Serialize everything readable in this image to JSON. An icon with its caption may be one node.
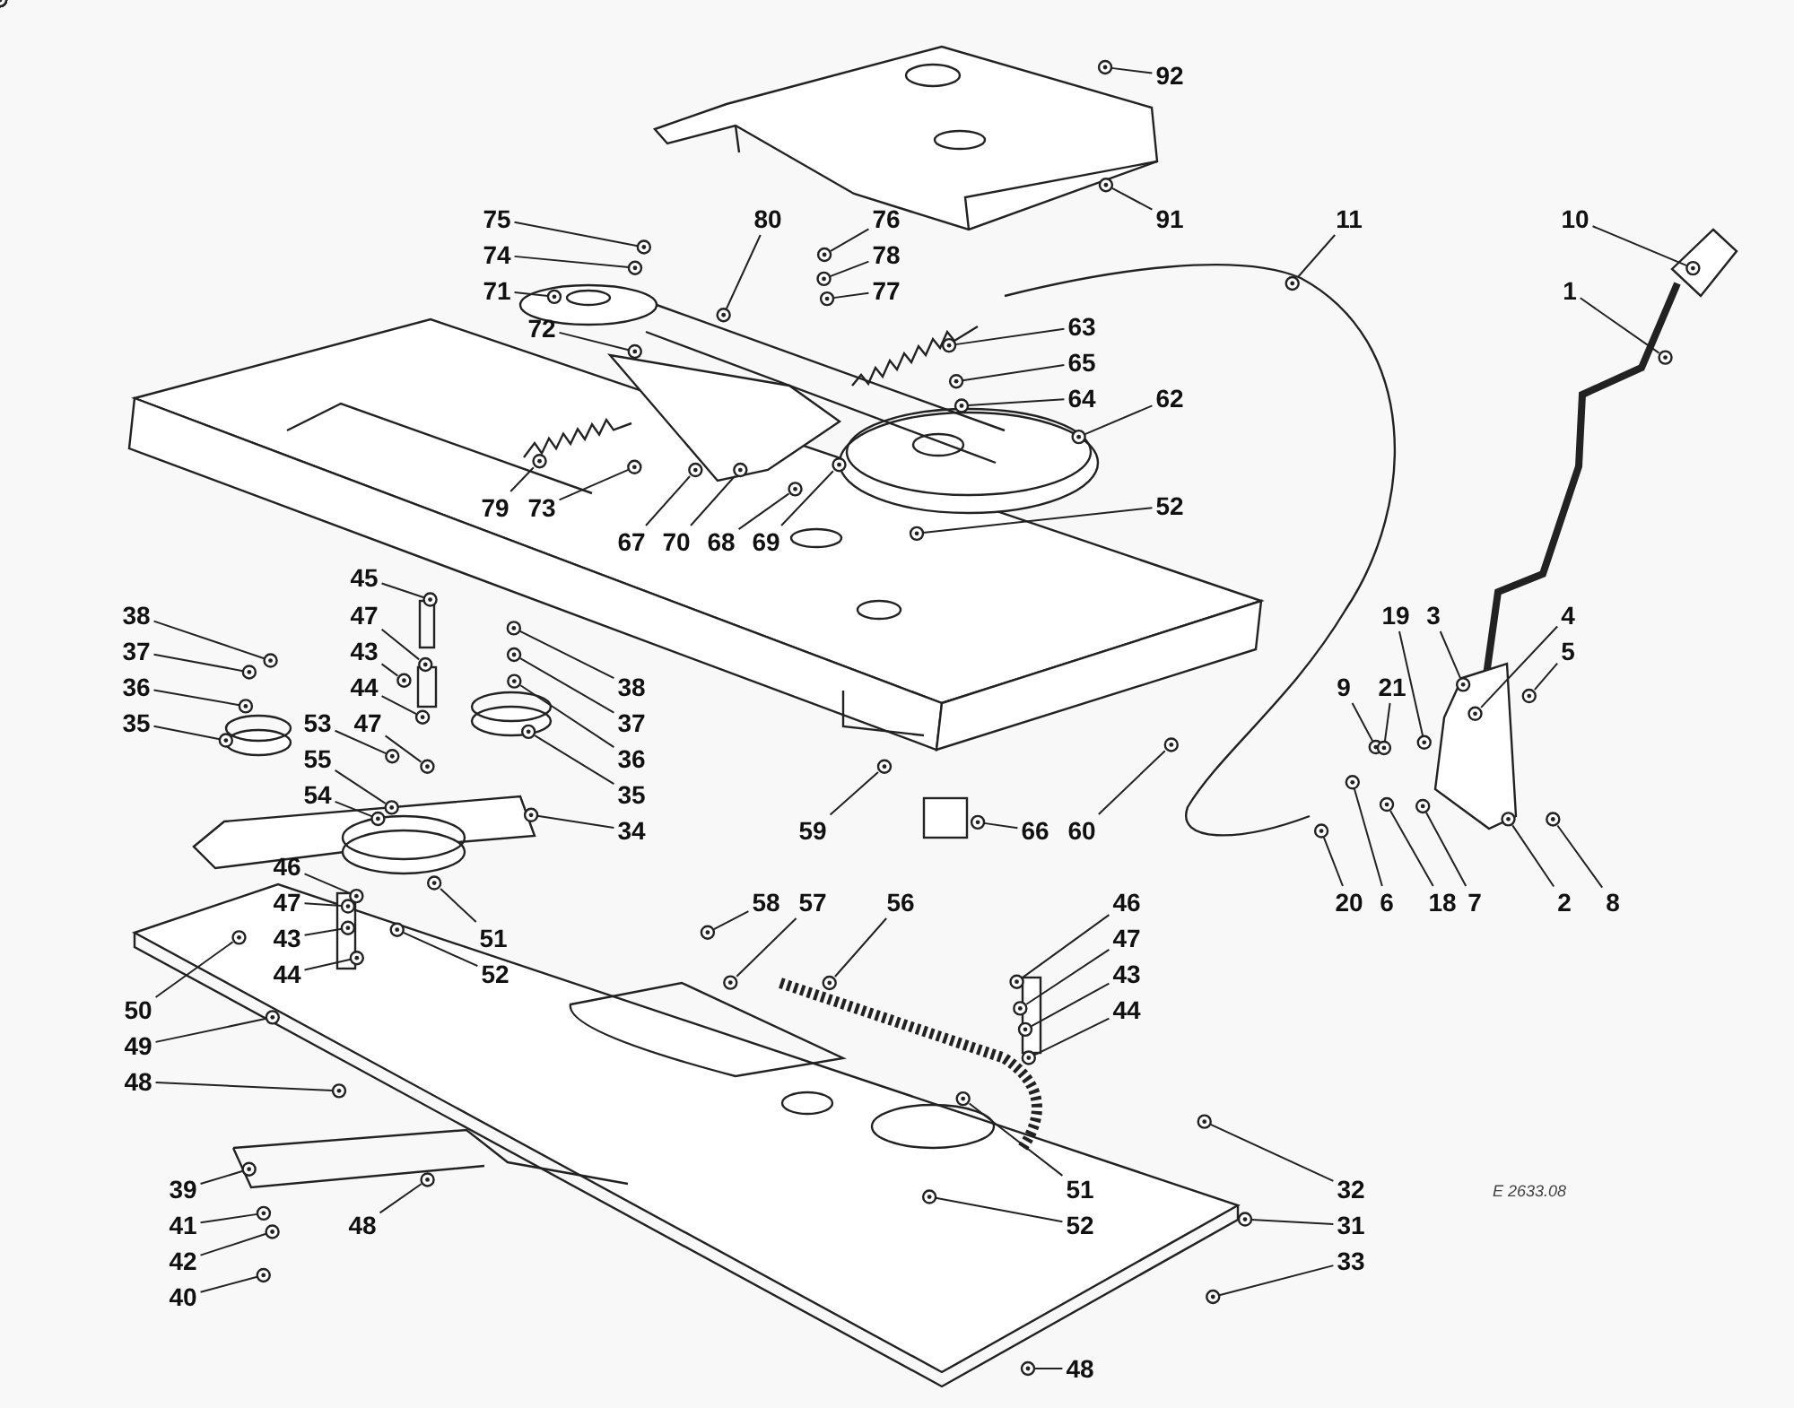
{
  "diagram": {
    "nodes": [
      {
        "text": [
          "92"
        ]
      },
      {
        "text": [
          "75"
        ]
      },
      {
        "text": [
          "80"
        ]
      },
      {
        "text": [
          "76"
        ]
      },
      {
        "text": [
          "91"
        ]
      },
      {
        "text": [
          "11"
        ]
      },
      {
        "text": [
          "10"
        ]
      },
      {
        "text": [
          "74"
        ]
      },
      {
        "text": [
          "78"
        ]
      },
      {
        "text": [
          "71"
        ]
      },
      {
        "text": [
          "77"
        ]
      },
      {
        "text": [
          "1"
        ]
      },
      {
        "text": [
          "72"
        ]
      },
      {
        "text": [
          "63"
        ]
      },
      {
        "text": [
          "65"
        ]
      },
      {
        "text": [
          "64"
        ]
      },
      {
        "text": [
          "62"
        ]
      },
      {
        "text": [
          "79"
        ]
      },
      {
        "text": [
          "73"
        ]
      },
      {
        "text": [
          "52"
        ]
      },
      {
        "text": [
          "67"
        ]
      },
      {
        "text": [
          "70"
        ]
      },
      {
        "text": [
          "68"
        ]
      },
      {
        "text": [
          "69"
        ]
      },
      {
        "text": [
          "45"
        ]
      },
      {
        "text": [
          "38"
        ]
      },
      {
        "text": [
          "47"
        ]
      },
      {
        "text": [
          "19"
        ]
      },
      {
        "text": [
          "3"
        ]
      },
      {
        "text": [
          "4"
        ]
      },
      {
        "text": [
          "43"
        ]
      },
      {
        "text": [
          "37"
        ]
      },
      {
        "text": [
          "5"
        ]
      },
      {
        "text": [
          "36"
        ]
      },
      {
        "text": [
          "44"
        ]
      },
      {
        "text": [
          "38"
        ]
      },
      {
        "text": [
          "9"
        ]
      },
      {
        "text": [
          "21"
        ]
      },
      {
        "text": [
          "35"
        ]
      },
      {
        "text": [
          "53"
        ]
      },
      {
        "text": [
          "47"
        ]
      },
      {
        "text": [
          "37"
        ]
      },
      {
        "text": [
          "55"
        ]
      },
      {
        "text": [
          "36"
        ]
      },
      {
        "text": [
          "54"
        ]
      },
      {
        "text": [
          "35"
        ]
      },
      {
        "text": [
          "34"
        ]
      },
      {
        "text": [
          "59"
        ]
      },
      {
        "text": [
          "66"
        ]
      },
      {
        "text": [
          "60"
        ]
      },
      {
        "text": [
          "46"
        ]
      },
      {
        "text": [
          "47"
        ]
      },
      {
        "text": [
          "58"
        ]
      },
      {
        "text": [
          "57"
        ]
      },
      {
        "text": [
          "56"
        ]
      },
      {
        "text": [
          "46"
        ]
      },
      {
        "text": [
          "20"
        ]
      },
      {
        "text": [
          "6"
        ]
      },
      {
        "text": [
          "18"
        ]
      },
      {
        "text": [
          "7"
        ]
      },
      {
        "text": [
          "2"
        ]
      },
      {
        "text": [
          "8"
        ]
      },
      {
        "text": [
          "51"
        ]
      },
      {
        "text": [
          "43"
        ]
      },
      {
        "text": [
          "47"
        ]
      },
      {
        "text": [
          "44"
        ]
      },
      {
        "text": [
          "52"
        ]
      },
      {
        "text": [
          "43"
        ]
      },
      {
        "text": [
          "50"
        ]
      },
      {
        "text": [
          "44"
        ]
      },
      {
        "text": [
          "49"
        ]
      },
      {
        "text": [
          "48"
        ]
      },
      {
        "text": [
          "39"
        ]
      },
      {
        "text": [
          "51"
        ]
      },
      {
        "text": [
          "32"
        ]
      },
      {
        "text": [
          "41"
        ]
      },
      {
        "text": [
          "48"
        ]
      },
      {
        "text": [
          "52"
        ]
      },
      {
        "text": [
          "31"
        ]
      },
      {
        "text": [
          "42"
        ]
      },
      {
        "text": [
          "33"
        ]
      },
      {
        "text": [
          "40"
        ]
      },
      {
        "text": [
          "48"
        ]
      },
      {
        "text": [],
        "shape": "picture"
      },
      {
        "text": [],
        "shape": "picture"
      },
      {
        "text": [],
        "shape": "picture"
      },
      {
        "text": [],
        "shape": "picture"
      },
      {
        "text": [],
        "shape": "picture"
      },
      {
        "text": [],
        "shape": "picture"
      },
      {
        "text": [],
        "shape": "picture"
      },
      {
        "text": [],
        "shape": "picture"
      },
      {
        "text": [],
        "shape": "picture"
      },
      {
        "text": [],
        "shape": "picture"
      },
      {
        "text": [],
        "shape": "picture"
      },
      {
        "text": [],
        "shape": "picture"
      },
      {
        "text": [],
        "shape": "picture"
      },
      {
        "text": [],
        "shape": "picture"
      },
      {
        "text": [],
        "shape": "picture"
      },
      {
        "text": [],
        "shape": "picture"
      },
      {
        "text": [],
        "shape": "picture"
      },
      {
        "text": [],
        "shape": "picture"
      },
      {
        "text": [],
        "shape": "picture"
      },
      {
        "text": [],
        "shape": "picture"
      },
      {
        "text": [],
        "shape": "picture"
      },
      {
        "text": [],
        "shape": "picture"
      },
      {
        "text": [],
        "shape": "picture"
      },
      {
        "text": [],
        "shape": "picture"
      },
      {
        "text": [],
        "shape": "picture"
      },
      {
        "text": [],
        "shape": "picture"
      },
      {
        "text": [],
        "shape": "picture"
      },
      {
        "text": [],
        "shape": "picture"
      },
      {
        "text": [],
        "shape": "picture"
      },
      {
        "text": [],
        "shape": "picture"
      },
      {
        "text": [],
        "shape": "picture"
      },
      {
        "text": [],
        "shape": "picture"
      },
      {
        "text": [],
        "shape": "picture"
      },
      {
        "text": [],
        "shape": "picture"
      },
      {
        "text": [],
        "shape": "picture"
      },
      {
        "text": [],
        "shape": "picture"
      },
      {
        "text": [],
        "shape": "picture"
      },
      {
        "text": [],
        "shape": "picture"
      },
      {
        "text": [],
        "shape": "picture"
      },
      {
        "text": [],
        "shape": "picture"
      },
      {
        "text": [],
        "shape": "picture"
      },
      {
        "text": [],
        "shape": "picture"
      },
      {
        "text": [],
        "shape": "picture"
      },
      {
        "text": [],
        "shape": "picture"
      },
      {
        "text": [],
        "shape": "picture"
      },
      {
        "text": [],
        "shape": "picture"
      },
      {
        "text": [],
        "shape": "picture"
      },
      {
        "text": [],
        "shape": "picture"
      },
      {
        "text": [],
        "shape": "picture"
      },
      {
        "text": [],
        "shape": "picture"
      },
      {
        "text": [],
        "shape": "picture"
      },
      {
        "text": [],
        "shape": "picture"
      },
      {
        "text": [],
        "shape": "picture"
      },
      {
        "text": [],
        "shape": "picture"
      },
      {
        "text": [],
        "shape": "picture"
      },
      {
        "text": [],
        "shape": "picture"
      },
      {
        "text": [],
        "shape": "picture"
      },
      {
        "text": [],
        "shape": "picture"
      },
      {
        "text": [],
        "shape": "picture"
      },
      {
        "text": [],
        "shape": "picture"
      },
      {
        "text": [],
        "shape": "picture"
      },
      {
        "text": [],
        "shape": "picture"
      },
      {
        "text": [],
        "shape": "picture"
      },
      {
        "text": [],
        "shape": "picture"
      },
      {
        "text": [],
        "shape": "picture"
      },
      {
        "text": [],
        "shape": "picture"
      },
      {
        "text": [],
        "shape": "picture"
      },
      {
        "text": [],
        "shape": "picture"
      },
      {
        "text": [],
        "shape": "picture"
      },
      {
        "text": [],
        "shape": "picture"
      },
      {
        "text": [],
        "shape": "picture"
      },
      {
        "text": [],
        "shape": "picture"
      },
      {
        "text": [],
        "shape": "picture"
      },
      {
        "text": [],
        "shape": "picture"
      },
      {
        "text": [],
        "shape": "picture"
      },
      {
        "text": [],
        "shape": "picture"
      },
      {
        "text": [],
        "shape": "picture"
      },
      {
        "text": [],
        "shape": "picture"
      },
      {
        "text": [],
        "shape": "picture"
      },
      {
        "text": [],
        "shape": "picture"
      },
      {
        "text": [],
        "shape": "picture"
      },
      {
        "text": [],
        "shape": "picture"
      },
      {
        "text": [],
        "shape": "picture"
      },
      {
        "text": [],
        "shape": "picture"
      },
      {
        "text": [],
        "shape": "picture"
      },
      {
        "text": [],
        "shape": "picture"
      },
      {
        "text": [],
        "shape": "picture"
      },
      {
        "text": [],
        "shape": "picture"
      },
      {
        "text": [],
        "shape": "picture"
      },
      {
        "text": [],
        "shape": "picture"
      },
      {
        "text": [],
        "shape": "picture"
      },
      {
        "text": [],
        "shape": "picture"
      },
      {
        "text": [],
        "shape": "picture"
      }
    ],
    "edges": [
      {
        "from": 0,
        "to": 83,
        "arrow": "none"
      },
      {
        "from": 1,
        "to": 84,
        "arrow": "none"
      },
      {
        "from": 2,
        "to": 85,
        "arrow": "none"
      },
      {
        "from": 3,
        "to": 86,
        "arrow": "none"
      },
      {
        "from": 4,
        "to": 87,
        "arrow": "none"
      },
      {
        "from": 5,
        "to": 88,
        "arrow": "none"
      },
      {
        "from": 6,
        "to": 89,
        "arrow": "none"
      },
      {
        "from": 7,
        "to": 90,
        "arrow": "none"
      },
      {
        "from": 8,
        "to": 91,
        "arrow": "none"
      },
      {
        "from": 9,
        "to": 92,
        "arrow": "none"
      },
      {
        "from": 10,
        "to": 93,
        "arrow": "none"
      },
      {
        "from": 11,
        "to": 94,
        "arrow": "none"
      },
      {
        "from": 12,
        "to": 95,
        "arrow": "none"
      },
      {
        "from": 13,
        "to": 96,
        "arrow": "none"
      },
      {
        "from": 14,
        "to": 97,
        "arrow": "none"
      },
      {
        "from": 15,
        "to": 98,
        "arrow": "none"
      },
      {
        "from": 16,
        "to": 99,
        "arrow": "none"
      },
      {
        "from": 17,
        "to": 100,
        "arrow": "none"
      },
      {
        "from": 18,
        "to": 101,
        "arrow": "none"
      },
      {
        "from": 19,
        "to": 102,
        "arrow": "none"
      },
      {
        "from": 20,
        "to": 103,
        "arrow": "none"
      },
      {
        "from": 21,
        "to": 104,
        "arrow": "none"
      },
      {
        "from": 22,
        "to": 105,
        "arrow": "none"
      },
      {
        "from": 23,
        "to": 106,
        "arrow": "none"
      },
      {
        "from": 24,
        "to": 107,
        "arrow": "none"
      },
      {
        "from": 25,
        "to": 108,
        "arrow": "none"
      },
      {
        "from": 26,
        "to": 109,
        "arrow": "none"
      },
      {
        "from": 27,
        "to": 110,
        "arrow": "none"
      },
      {
        "from": 28,
        "to": 111,
        "arrow": "none"
      },
      {
        "from": 29,
        "to": 112,
        "arrow": "none"
      },
      {
        "from": 30,
        "to": 113,
        "arrow": "none"
      },
      {
        "from": 31,
        "to": 114,
        "arrow": "none"
      },
      {
        "from": 32,
        "to": 115,
        "arrow": "none"
      },
      {
        "from": 33,
        "to": 116,
        "arrow": "none"
      },
      {
        "from": 34,
        "to": 117,
        "arrow": "none"
      },
      {
        "from": 35,
        "to": 118,
        "arrow": "none"
      },
      {
        "from": 36,
        "to": 119,
        "arrow": "none"
      },
      {
        "from": 37,
        "to": 120,
        "arrow": "none"
      },
      {
        "from": 38,
        "to": 121,
        "arrow": "none"
      },
      {
        "from": 39,
        "to": 122,
        "arrow": "none"
      },
      {
        "from": 40,
        "to": 123,
        "arrow": "none"
      },
      {
        "from": 41,
        "to": 124,
        "arrow": "none"
      },
      {
        "from": 42,
        "to": 125,
        "arrow": "none"
      },
      {
        "from": 43,
        "to": 126,
        "arrow": "none"
      },
      {
        "from": 44,
        "to": 127,
        "arrow": "none"
      },
      {
        "from": 45,
        "to": 128,
        "arrow": "none"
      },
      {
        "from": 46,
        "to": 129,
        "arrow": "none"
      },
      {
        "from": 47,
        "to": 130,
        "arrow": "none"
      },
      {
        "from": 48,
        "to": 131,
        "arrow": "none"
      },
      {
        "from": 49,
        "to": 132,
        "arrow": "none"
      },
      {
        "from": 50,
        "to": 133,
        "arrow": "none"
      },
      {
        "from": 51,
        "to": 134,
        "arrow": "none"
      },
      {
        "from": 52,
        "to": 135,
        "arrow": "none"
      },
      {
        "from": 53,
        "to": 136,
        "arrow": "none"
      },
      {
        "from": 54,
        "to": 137,
        "arrow": "none"
      },
      {
        "from": 55,
        "to": 138,
        "arrow": "none"
      },
      {
        "from": 56,
        "to": 139,
        "arrow": "none"
      },
      {
        "from": 57,
        "to": 140,
        "arrow": "none"
      },
      {
        "from": 58,
        "to": 141,
        "arrow": "none"
      },
      {
        "from": 59,
        "to": 142,
        "arrow": "none"
      },
      {
        "from": 60,
        "to": 143,
        "arrow": "none"
      },
      {
        "from": 61,
        "to": 144,
        "arrow": "none"
      },
      {
        "from": 62,
        "to": 145,
        "arrow": "none"
      },
      {
        "from": 63,
        "to": 146,
        "arrow": "none"
      },
      {
        "from": 64,
        "to": 147,
        "arrow": "none"
      },
      {
        "from": 65,
        "to": 148,
        "arrow": "none"
      },
      {
        "from": 66,
        "to": 149,
        "arrow": "none"
      },
      {
        "from": 67,
        "to": 150,
        "arrow": "none"
      },
      {
        "from": 68,
        "to": 151,
        "arrow": "none"
      },
      {
        "from": 69,
        "to": 152,
        "arrow": "none"
      },
      {
        "from": 70,
        "to": 153,
        "arrow": "none"
      },
      {
        "from": 71,
        "to": 154,
        "arrow": "none"
      },
      {
        "from": 72,
        "to": 155,
        "arrow": "none"
      },
      {
        "from": 73,
        "to": 156,
        "arrow": "none"
      },
      {
        "from": 74,
        "to": 157,
        "arrow": "none"
      },
      {
        "from": 75,
        "to": 158,
        "arrow": "none"
      },
      {
        "from": 76,
        "to": 159,
        "arrow": "none"
      },
      {
        "from": 77,
        "to": 160,
        "arrow": "none"
      },
      {
        "from": 78,
        "to": 161,
        "arrow": "none"
      },
      {
        "from": 79,
        "to": 162,
        "arrow": "none"
      },
      {
        "from": 80,
        "to": 163,
        "arrow": "none"
      },
      {
        "from": 81,
        "to": 164,
        "arrow": "none"
      },
      {
        "from": 82,
        "to": 165,
        "arrow": "none"
      }
    ],
    "labels": [
      "E 2633.08"
    ]
  }
}
